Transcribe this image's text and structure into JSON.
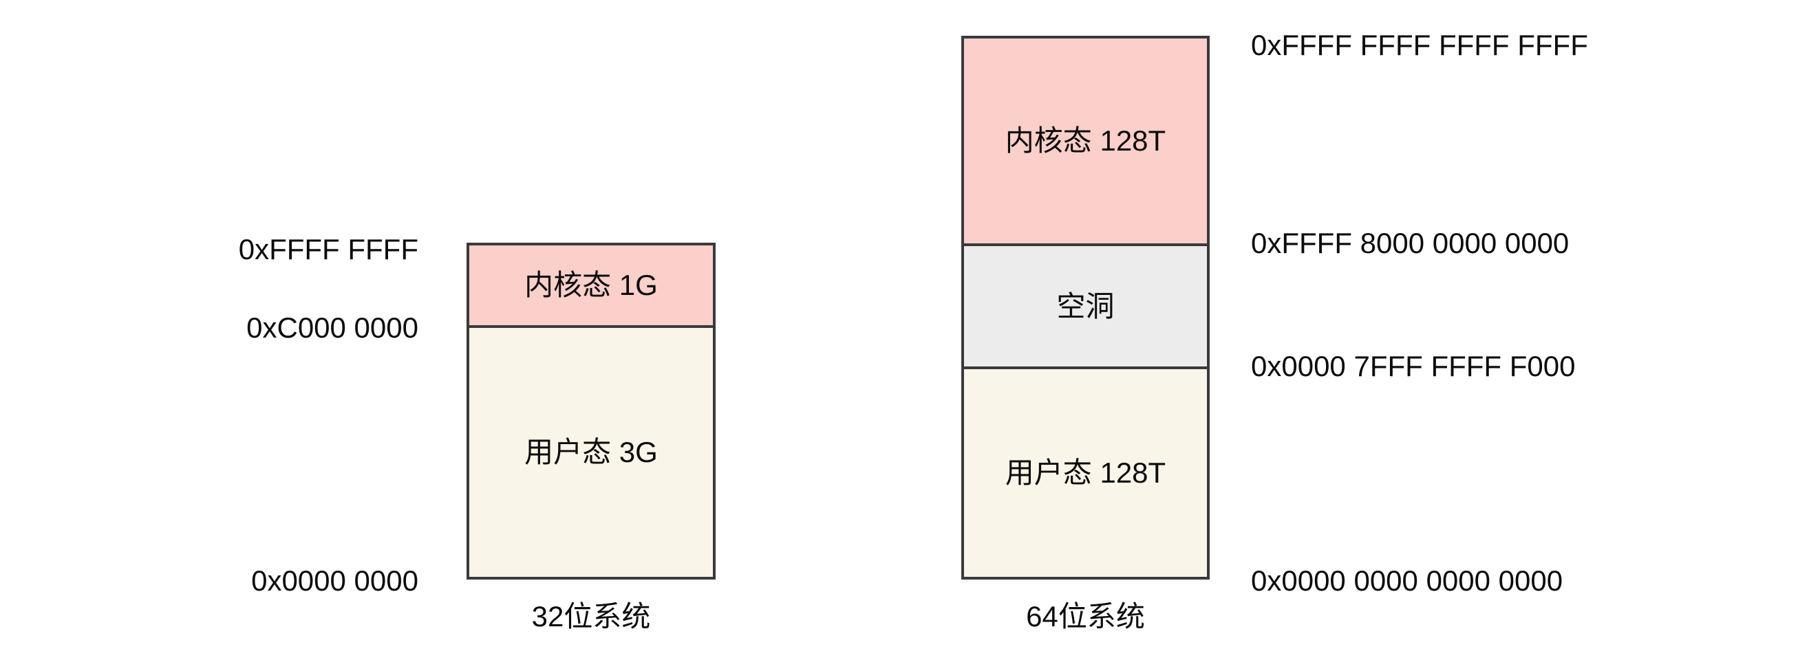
{
  "colors": {
    "kernel_fill": "#fbcfca",
    "user_fill": "#faf5e9",
    "hole_fill": "#ececec",
    "border": "#3a3a3e",
    "text": "#0c0c0c",
    "background": "#ffffff"
  },
  "left_diagram": {
    "caption": "32位系统",
    "sections": [
      {
        "name": "kernel",
        "label": "内核态 1G"
      },
      {
        "name": "user",
        "label": "用户态 3G"
      }
    ],
    "addresses": [
      "0xFFFF FFFF",
      "0xC000 0000",
      "0x0000 0000"
    ]
  },
  "right_diagram": {
    "caption": "64位系统",
    "sections": [
      {
        "name": "kernel",
        "label": "内核态 128T"
      },
      {
        "name": "hole",
        "label": "空洞"
      },
      {
        "name": "user",
        "label": "用户态 128T"
      }
    ],
    "addresses": [
      "0xFFFF FFFF FFFF FFFF",
      "0xFFFF 8000 0000 0000",
      "0x0000 7FFF FFFF F000",
      "0x0000 0000 0000 0000"
    ]
  }
}
